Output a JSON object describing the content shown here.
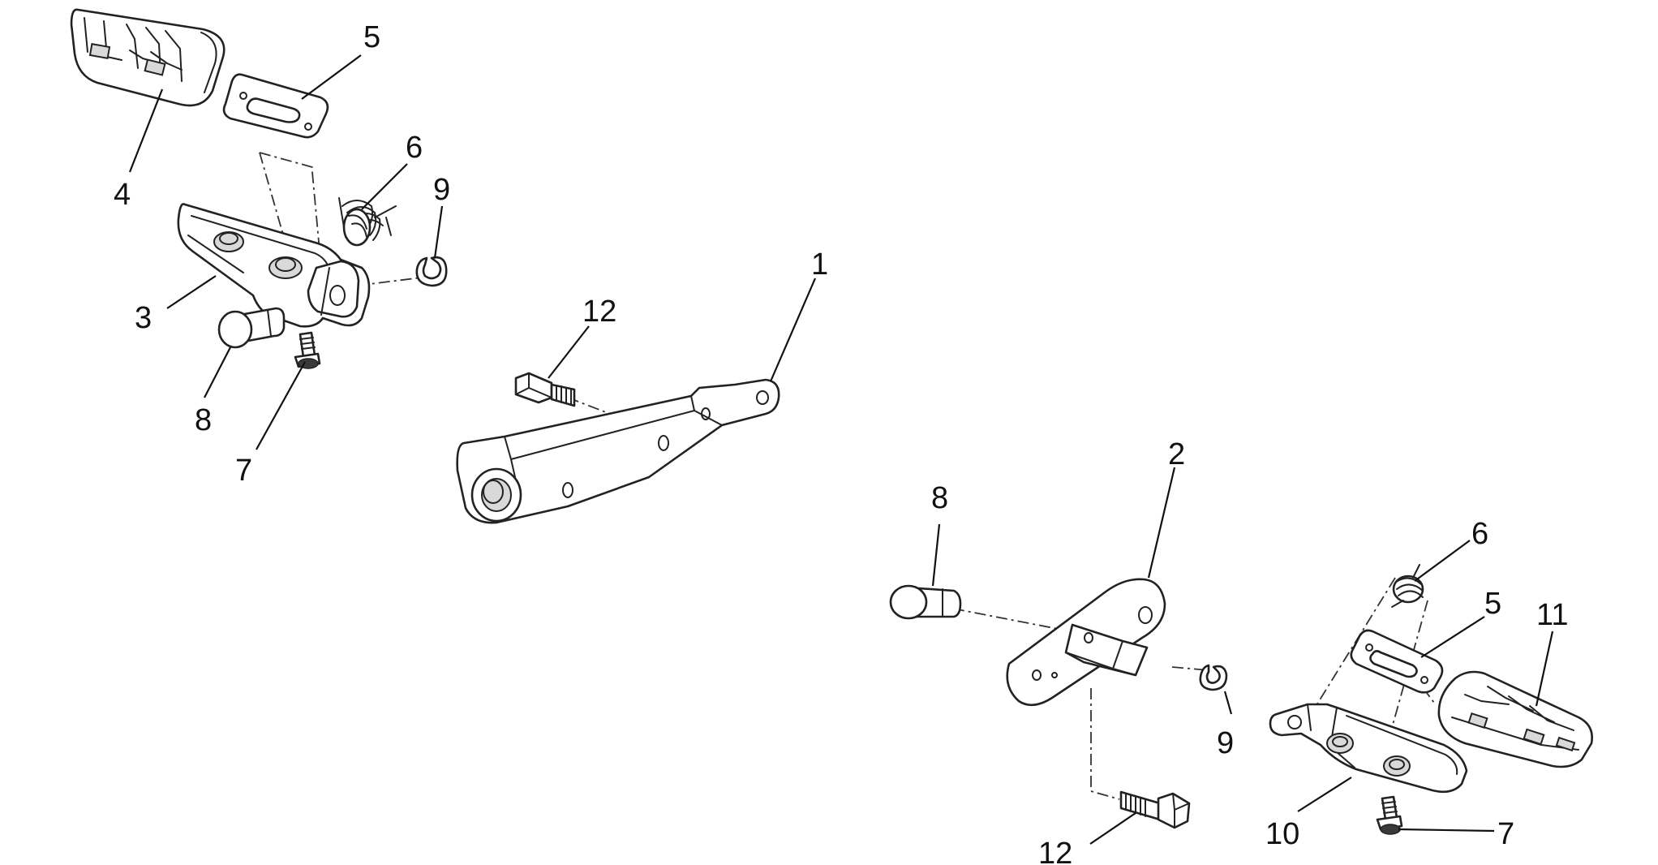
{
  "callouts": {
    "c1": "1",
    "c2": "2",
    "c3": "3",
    "c4": "4",
    "c5_left": "5",
    "c6_left": "6",
    "c7_left": "7",
    "c8_left": "8",
    "c9_left": "9",
    "c12_left": "12",
    "c8_right": "8",
    "c6_right": "6",
    "c5_right": "5",
    "c11": "11",
    "c9_right": "9",
    "c12_right": "12",
    "c10": "10",
    "c7_right": "7"
  }
}
